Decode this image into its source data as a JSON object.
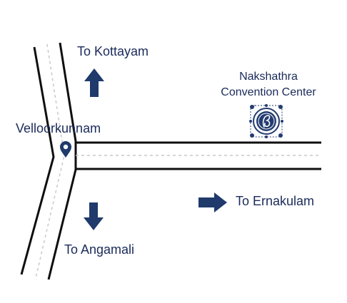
{
  "map": {
    "destinations": {
      "north": "To Kottayam",
      "east": "To Ernakulam",
      "south": "To Angamali"
    },
    "junction": "Velloorkunnam",
    "venue": {
      "line1": "Nakshathra",
      "line2": "Convention Center"
    }
  },
  "colors": {
    "road_edge": "#0f0f0f",
    "center_dash": "#c9c9c9",
    "arrow": "#1f3a6b",
    "pin": "#1f3a6b",
    "text": "#1a2a5a",
    "logo": "#233c70"
  },
  "icons": {
    "north_arrow": "arrow-up-icon",
    "south_arrow": "arrow-down-icon",
    "east_arrow": "arrow-right-icon",
    "junction_marker": "location-pin-icon",
    "venue_logo": "ornamental-monogram-logo"
  }
}
